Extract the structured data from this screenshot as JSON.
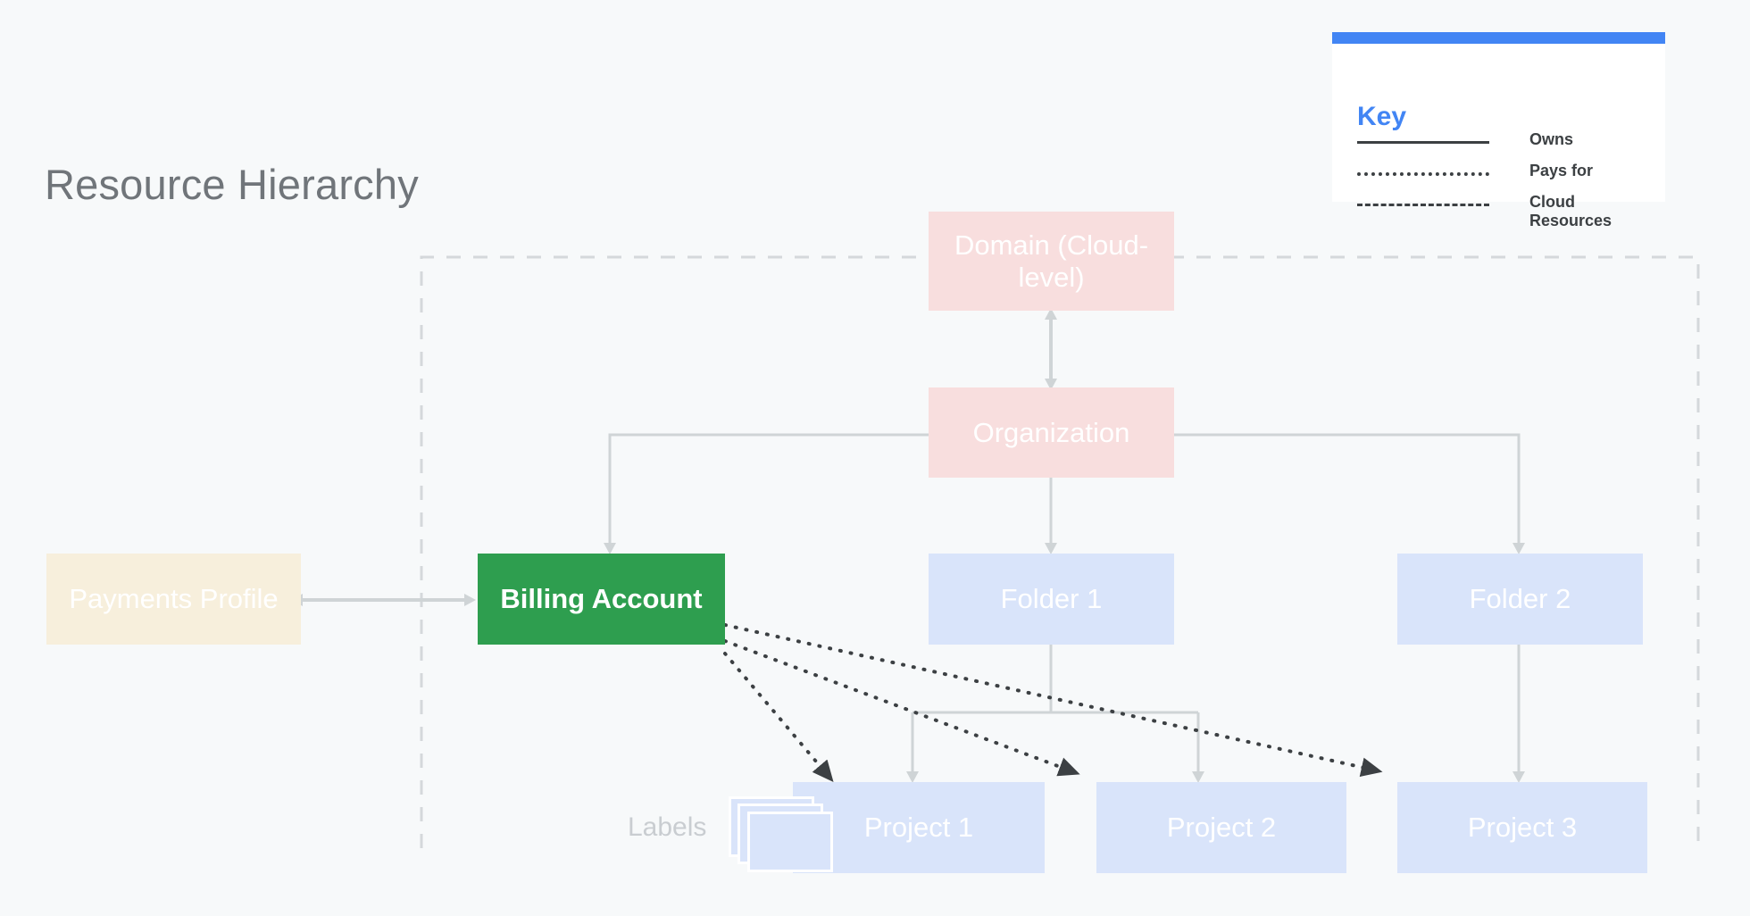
{
  "page": {
    "title": "Resource Hierarchy",
    "background_color": "#F7F9FA"
  },
  "key": {
    "title": "Key",
    "accent_color": "#4285F4",
    "items": [
      {
        "label": "Owns",
        "line_style": "solid"
      },
      {
        "label": "Pays for",
        "line_style": "dotted"
      },
      {
        "label": "Cloud\nResources",
        "line_style": "dashed"
      }
    ]
  },
  "captions": {
    "labels": "Labels"
  },
  "nodes": {
    "domain": {
      "label": "Domain (Cloud-level)",
      "color": "#F8DEDE"
    },
    "organization": {
      "label": "Organization",
      "color": "#F8DEDE"
    },
    "billing_account": {
      "label": "Billing Account",
      "color": "#2E9E4F"
    },
    "payments_profile": {
      "label": "Payments Profile",
      "color": "#F7EFDC"
    },
    "folder_1": {
      "label": "Folder 1",
      "color": "#D9E4FA"
    },
    "folder_2": {
      "label": "Folder 2",
      "color": "#D9E4FA"
    },
    "project_1": {
      "label": "Project 1",
      "color": "#D9E4FA"
    },
    "project_2": {
      "label": "Project 2",
      "color": "#D9E4FA"
    },
    "project_3": {
      "label": "Project 3",
      "color": "#D9E4FA"
    }
  },
  "boundary": {
    "name": "cloud-resources-boundary",
    "line_style": "dashed",
    "color": "#D4D8DB"
  },
  "connectors": {
    "owns_color": "#CFD4D6",
    "pays_for_color": "#3C4043"
  }
}
